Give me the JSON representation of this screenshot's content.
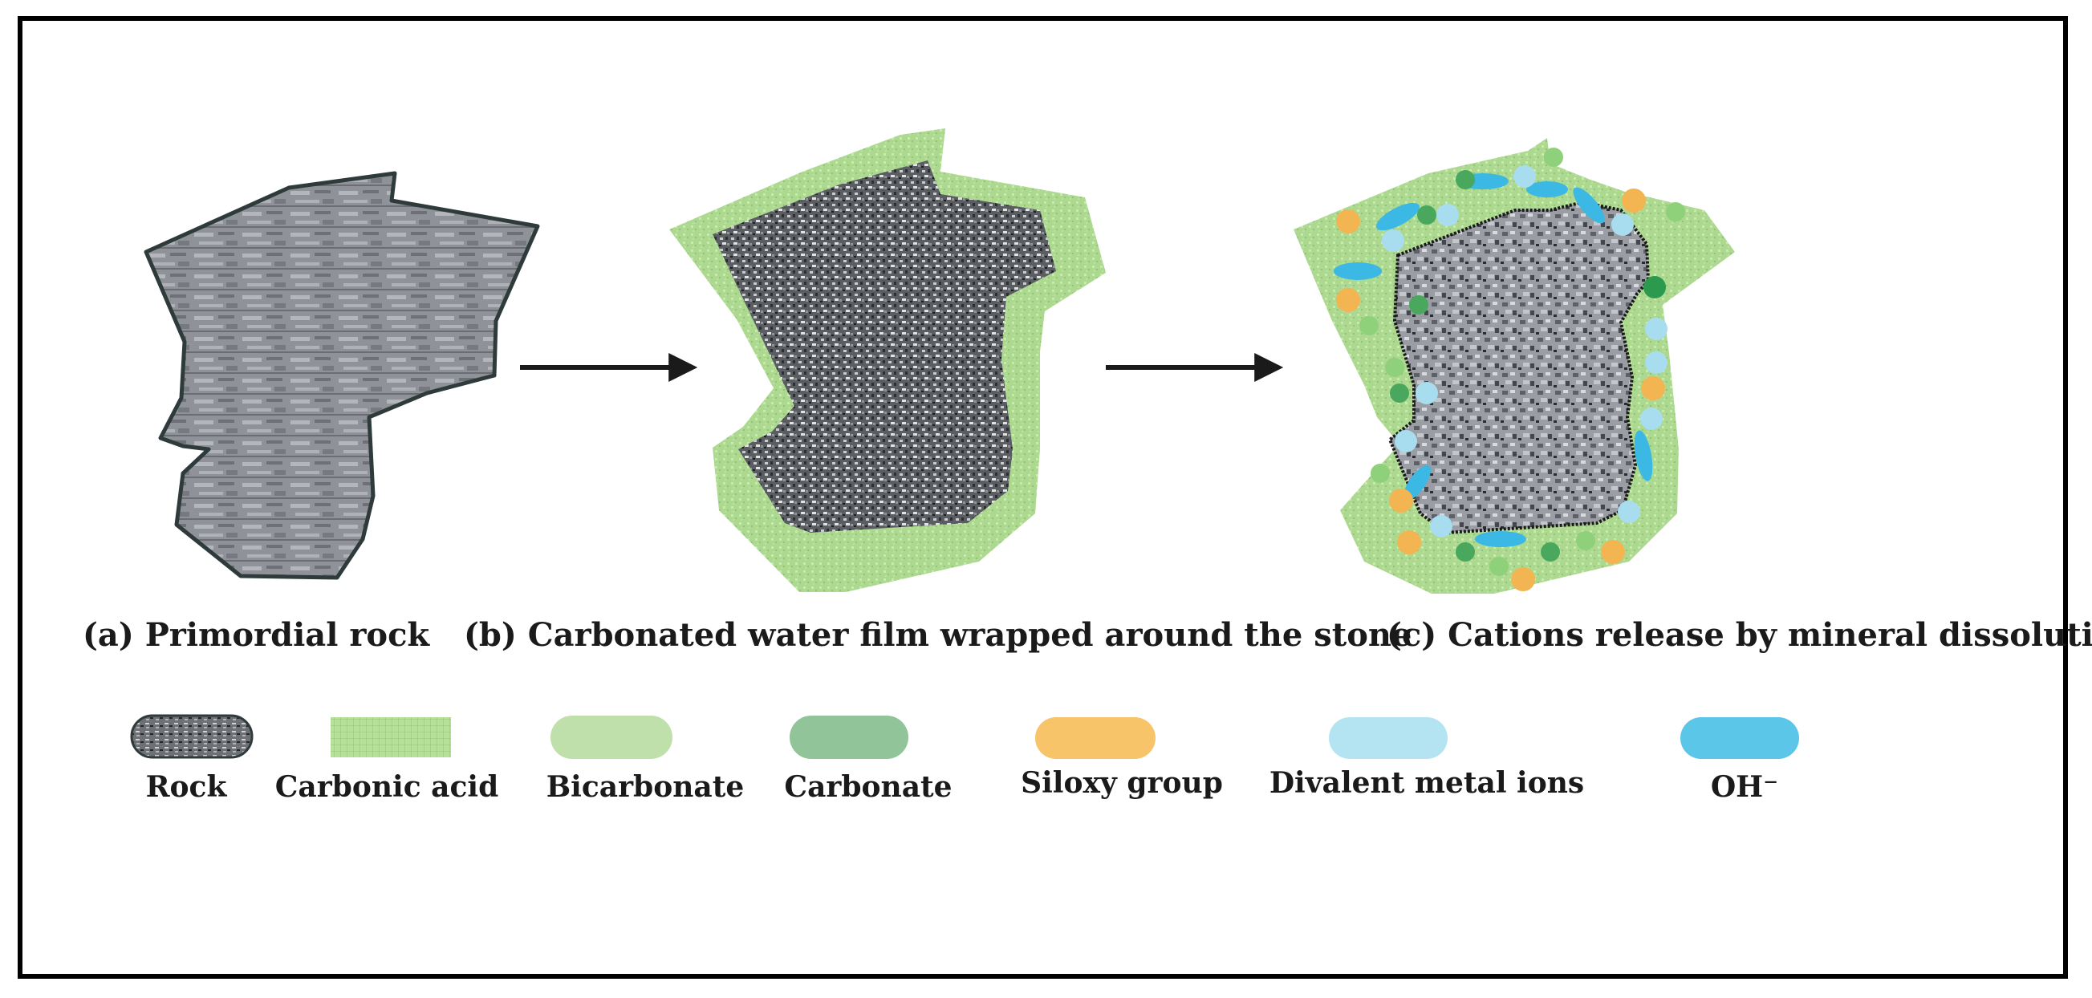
{
  "panels": {
    "a": {
      "caption": "(a) Primordial rock"
    },
    "b": {
      "caption": "(b) Carbonated water film wrapped around the stone"
    },
    "c": {
      "caption": "(c) Cations release by mineral dissolution"
    }
  },
  "legend": {
    "items": [
      {
        "key": "rock",
        "label": "Rock",
        "color": "#8a8d92"
      },
      {
        "key": "carbonic_acid",
        "label": "Carbonic acid",
        "color": "#b7dc98"
      },
      {
        "key": "bicarbonate",
        "label": "Bicarbonate",
        "color": "#bfe0ab"
      },
      {
        "key": "carbonate",
        "label": "Carbonate",
        "color": "#92c49a"
      },
      {
        "key": "siloxy_group",
        "label": "Siloxy group",
        "color": "#f8c46a"
      },
      {
        "key": "divalent_metal_ions",
        "label": "Divalent metal ions",
        "color": "#b4e4f2"
      },
      {
        "key": "oh",
        "label": "OH⁻",
        "color": "#5cc6e8"
      }
    ]
  },
  "colors": {
    "rock_fill": "#8c9097",
    "rock_outline": "#2f3a3a",
    "film": "#a9d58c",
    "arrow": "#1a1a1a",
    "frame": "#000000"
  }
}
